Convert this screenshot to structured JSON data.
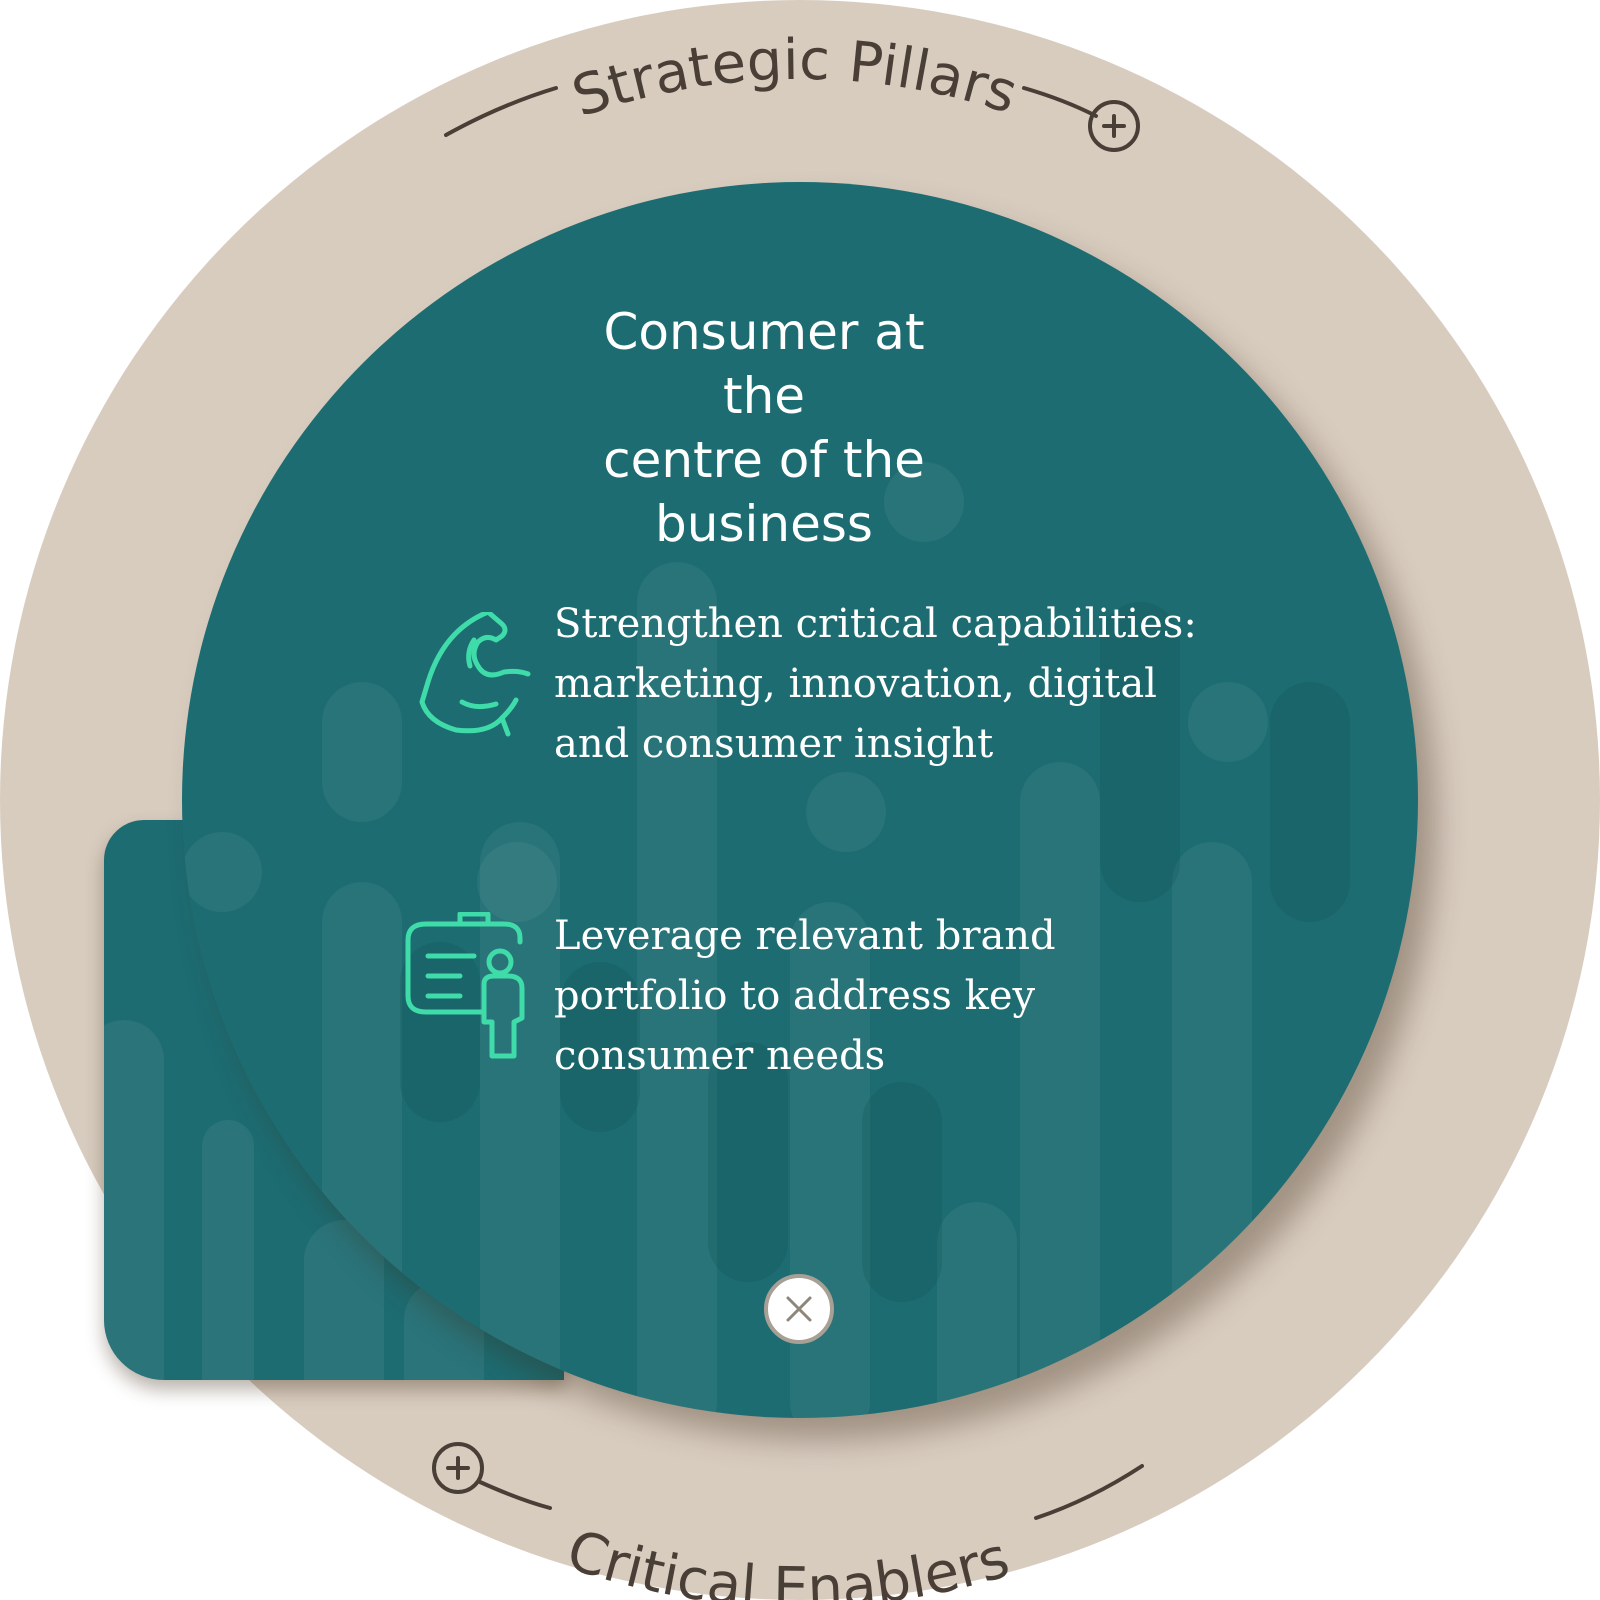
{
  "outer": {
    "top_label": "Strategic Pillars",
    "bottom_label": "Critical Enablers"
  },
  "center": {
    "title_line_1": "Consumer at the",
    "title_line_2": "centre of the business"
  },
  "pillars": [
    {
      "icon": "flexed-arm-icon",
      "lines": [
        "Strengthen critical capabilities:",
        "marketing, innovation, digital",
        "and consumer insight"
      ]
    },
    {
      "icon": "briefcase-person-icon",
      "lines": [
        "Leverage relevant brand",
        "portfolio to address key",
        "consumer needs"
      ]
    }
  ],
  "colors": {
    "outer_ring": "#d8ccbf",
    "disc": "#1d6c72",
    "icon_accent": "#3fdcaa",
    "label_text": "#4a3f36"
  }
}
